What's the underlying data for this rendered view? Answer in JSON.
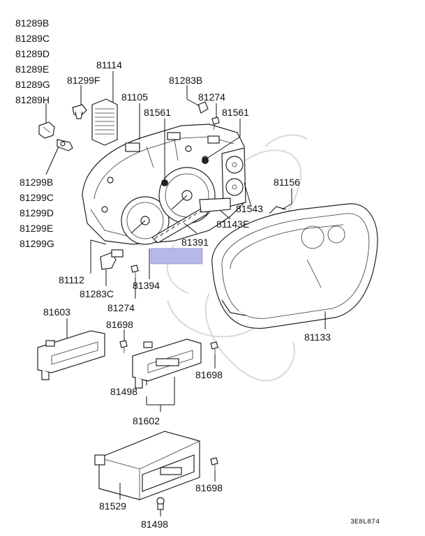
{
  "labels": {
    "l81289_list": [
      "81289B",
      "81289C",
      "81289D",
      "81289E",
      "81289G",
      "81289H"
    ],
    "l81114": "81114",
    "l81299F": "81299F",
    "l81105": "81105",
    "l81283B": "81283B",
    "l81274a": "81274",
    "l81561a": "81561",
    "l81561b": "81561",
    "l81299_list": [
      "81299B",
      "81299C",
      "81299D",
      "81299E",
      "81299G"
    ],
    "l81156": "81156",
    "l81543": "81543",
    "l81143E": "81143E",
    "l81391": "81391",
    "l81112": "81112",
    "l81283C": "81283C",
    "l81394": "81394",
    "l81274b": "81274",
    "l81603": "81603",
    "l81698a": "81698",
    "l81133": "81133",
    "l81698b": "81698",
    "l81498a": "81498",
    "l81602": "81602",
    "l81698c": "81698",
    "l81529": "81529",
    "l81498b": "81498"
  },
  "diagram_code": "3E8L874",
  "highlight_color": "#b6b8e8"
}
